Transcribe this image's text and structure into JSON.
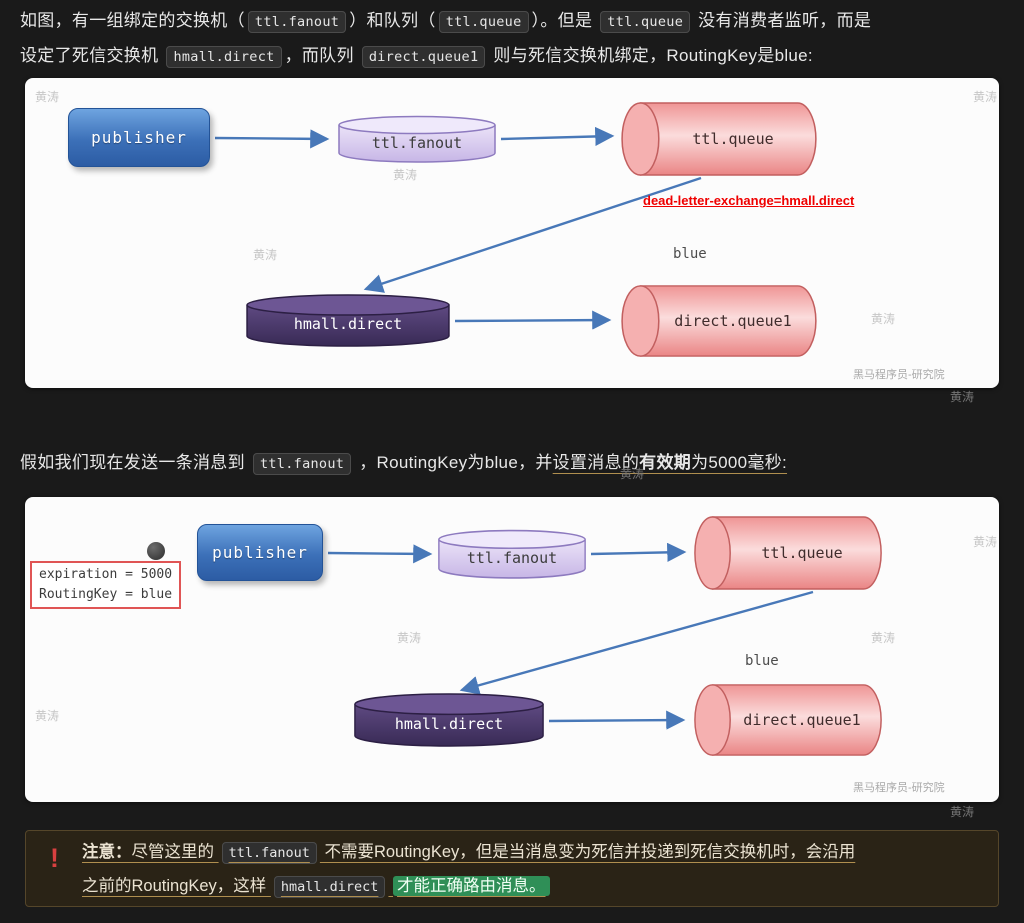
{
  "misc": {
    "watermark": "黄涛",
    "credit": "黑马程序员-研究院"
  },
  "paragraph1": {
    "t1": "如图，有一组绑定的交换机（",
    "c1": "ttl.fanout",
    "t2": "）和队列（",
    "c2": "ttl.queue",
    "t3": "）。但是 ",
    "c3": "ttl.queue",
    "t4": " 没有消费者监听，而是",
    "t5": "设定了死信交换机 ",
    "c4": "hmall.direct",
    "t6": "，而队列 ",
    "c5": "direct.queue1",
    "t7": " 则与死信交换机绑定，RoutingKey是blue:"
  },
  "paragraph2": {
    "t1": "假如我们现在发送一条消息到 ",
    "c1": "ttl.fanout",
    "t2": " ，RoutingKey为blue，并",
    "u1": "设置消息的",
    "b1": "有效期",
    "u2": "为5000毫秒:"
  },
  "diagram1": {
    "publisher": "publisher",
    "ttl_fanout": "ttl.fanout",
    "ttl_queue": "ttl.queue",
    "hmall_direct": "hmall.direct",
    "direct_queue1": "direct.queue1",
    "dead_letter_label": "dead-letter-exchange=hmall.direct",
    "routing_key_label": "blue"
  },
  "diagram2": {
    "publisher": "publisher",
    "ttl_fanout": "ttl.fanout",
    "ttl_queue": "ttl.queue",
    "hmall_direct": "hmall.direct",
    "direct_queue1": "direct.queue1",
    "routing_key_label": "blue",
    "message_props": {
      "line1": "expiration = 5000",
      "line2": "RoutingKey = blue"
    }
  },
  "note": {
    "icon": "!",
    "b1": "注意：",
    "t1": "尽管这里的 ",
    "c1": "ttl.fanout",
    "t2": " 不需要RoutingKey，但是当消息变为死信并投递到死信交换机时，会沿用",
    "t3": "之前的RoutingKey，这样 ",
    "c2": "hmall.direct",
    "t4": " ",
    "h1": "才能正确路由消息。"
  },
  "colors": {
    "page_background": "#1a1a1a",
    "arrow_blue": "#4878b8",
    "dead_letter_red": "#ef0000",
    "publisher_blue": "#3c70b8",
    "exchange_purple_light": "#d6c8ee",
    "exchange_purple_dark": "#4a3566",
    "queue_pink": "#f5a3a3",
    "note_background": "#2a2316",
    "highlight_green": "#2f8f57",
    "underline_tan": "#b08f4f"
  }
}
